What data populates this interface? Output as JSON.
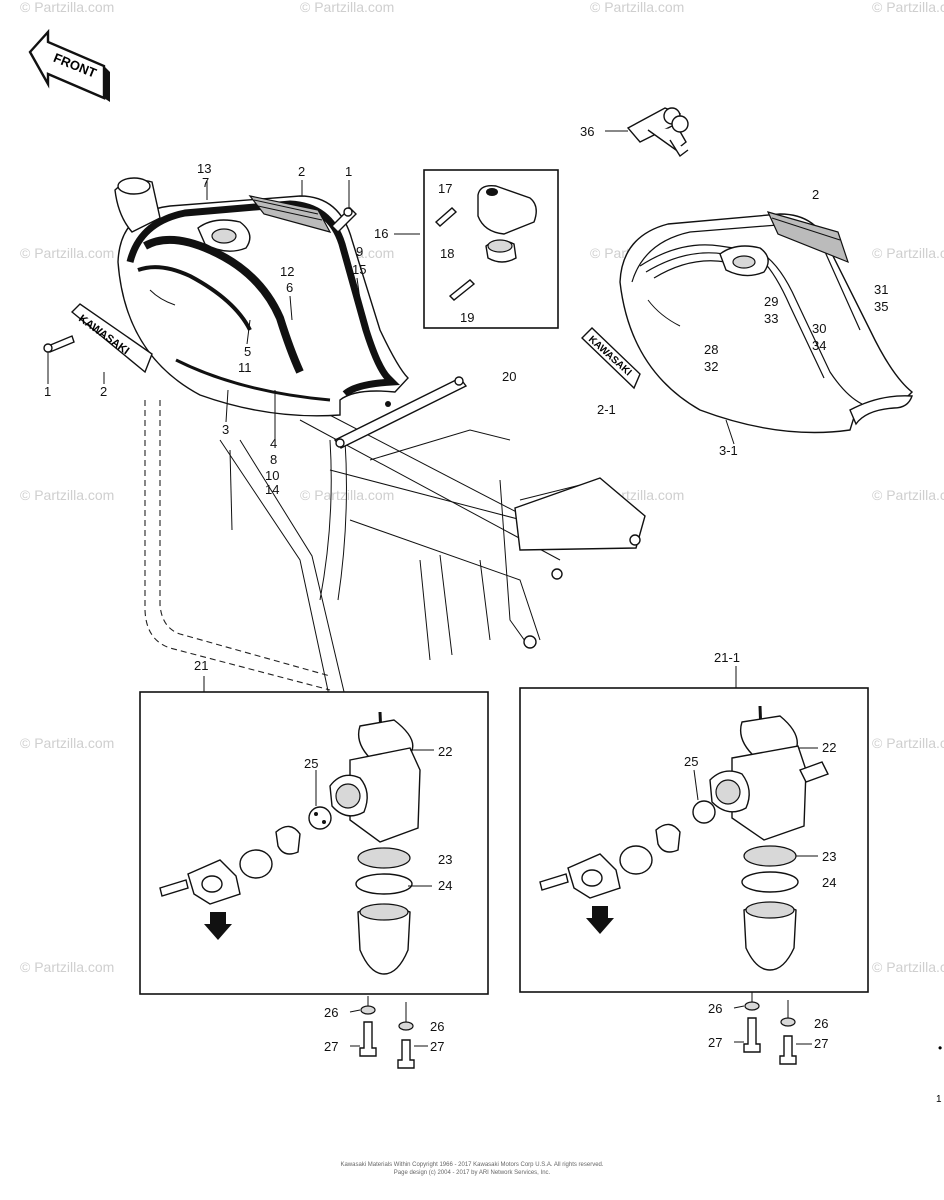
{
  "front_arrow_label": "FRONT",
  "tank_badge_text": "KAWASAKI",
  "watermark_text": "© Partzilla.com",
  "callouts": {
    "c13": "13",
    "c7": "7",
    "c2a": "2",
    "c1a": "1",
    "c9": "9",
    "c15": "15",
    "c12": "12",
    "c6": "6",
    "c5": "5",
    "c11": "11",
    "c1b": "1",
    "c2b": "2",
    "c3": "3",
    "c4": "4",
    "c8": "8",
    "c10": "10",
    "c14": "14",
    "c17": "17",
    "c16": "16",
    "c18": "18",
    "c19": "19",
    "c20": "20",
    "c36": "36",
    "c2c": "2",
    "c31": "31",
    "c35": "35",
    "c29": "29",
    "c33": "33",
    "c30": "30",
    "c34": "34",
    "c28": "28",
    "c32": "32",
    "c2-1": "2-1",
    "c3-1": "3-1",
    "c21": "21",
    "c22a": "22",
    "c25a": "25",
    "c23a": "23",
    "c24a": "24",
    "c26a": "26",
    "c27a": "27",
    "c26b": "26",
    "c27b": "27",
    "c21-1": "21-1",
    "c22b": "22",
    "c25b": "25",
    "c23b": "23",
    "c24b": "24",
    "c26c": "26",
    "c27c": "27",
    "c26d": "26",
    "c27d": "27"
  },
  "footer": {
    "line1": "Kawasaki Materials Within Copyright 1966 - 2017 Kawasaki Motors Corp U.S.A. All rights reserved.",
    "line2": "Page design (c) 2004 - 2017 by ARI Network Services, Inc."
  },
  "margin_marks": {
    "mark1": "•",
    "mark2": "1"
  }
}
